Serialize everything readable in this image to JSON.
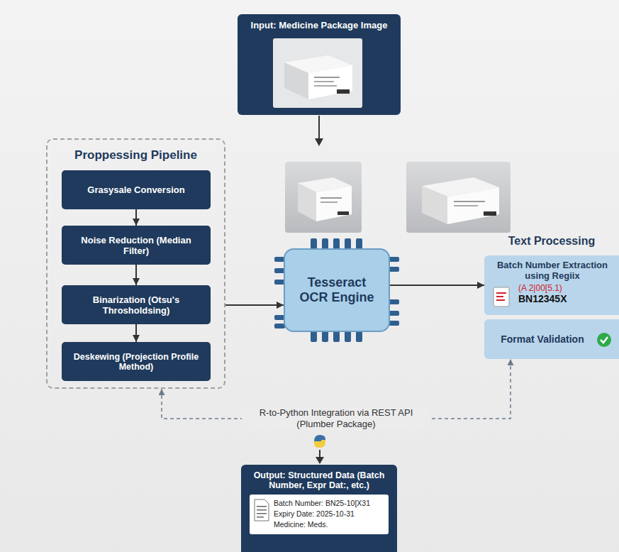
{
  "diagram": {
    "nodes": [
      {
        "text": [
          "Input: Medicine Package Image"
        ]
      },
      {
        "text": [
          "Proppessing Pipeline"
        ]
      },
      {
        "text": [
          "Grasysale Conversion"
        ],
        "in": 1
      },
      {
        "text": [
          "Noise Reduction (Median Filter)"
        ],
        "in": 1
      },
      {
        "text": [
          "Binarization (Otsu's Throsholdsing)"
        ],
        "in": 1
      },
      {
        "text": [
          "Deskewing (Projection Profile Method)"
        ],
        "in": 1
      },
      {
        "text": [
          "Tesseract OCR Engine"
        ]
      },
      {
        "text": [
          "Batch Number Extraction using Regiix",
          "(A 2|00[5.1)",
          "BN12345X"
        ]
      },
      {
        "text": [
          "Format Validation"
        ]
      },
      {
        "text": [
          "Output: Structured Data (Batch Number, Expr Dat:, etc.)"
        ]
      },
      {
        "text": [
          "Batch Number: BN25-10[X31",
          "Expiry Date: 2025-10-31",
          "Medicine: Meds."
        ],
        "in": 9
      }
    ],
    "edges": [
      {
        "from": 2,
        "to": 3,
        "arrow": "to"
      },
      {
        "from": 3,
        "to": 4,
        "arrow": "to"
      },
      {
        "from": 4,
        "to": 5,
        "arrow": "to"
      },
      {
        "from": 1,
        "to": 6,
        "arrow": "to"
      },
      {
        "from": 6,
        "to": 7,
        "arrow": "to"
      },
      {
        "from": 1,
        "to": 8,
        "label": "R-to-Python Integration via REST API (Plumber Package)",
        "arrow": "both"
      }
    ],
    "labels": [
      "Text Processing"
    ]
  }
}
